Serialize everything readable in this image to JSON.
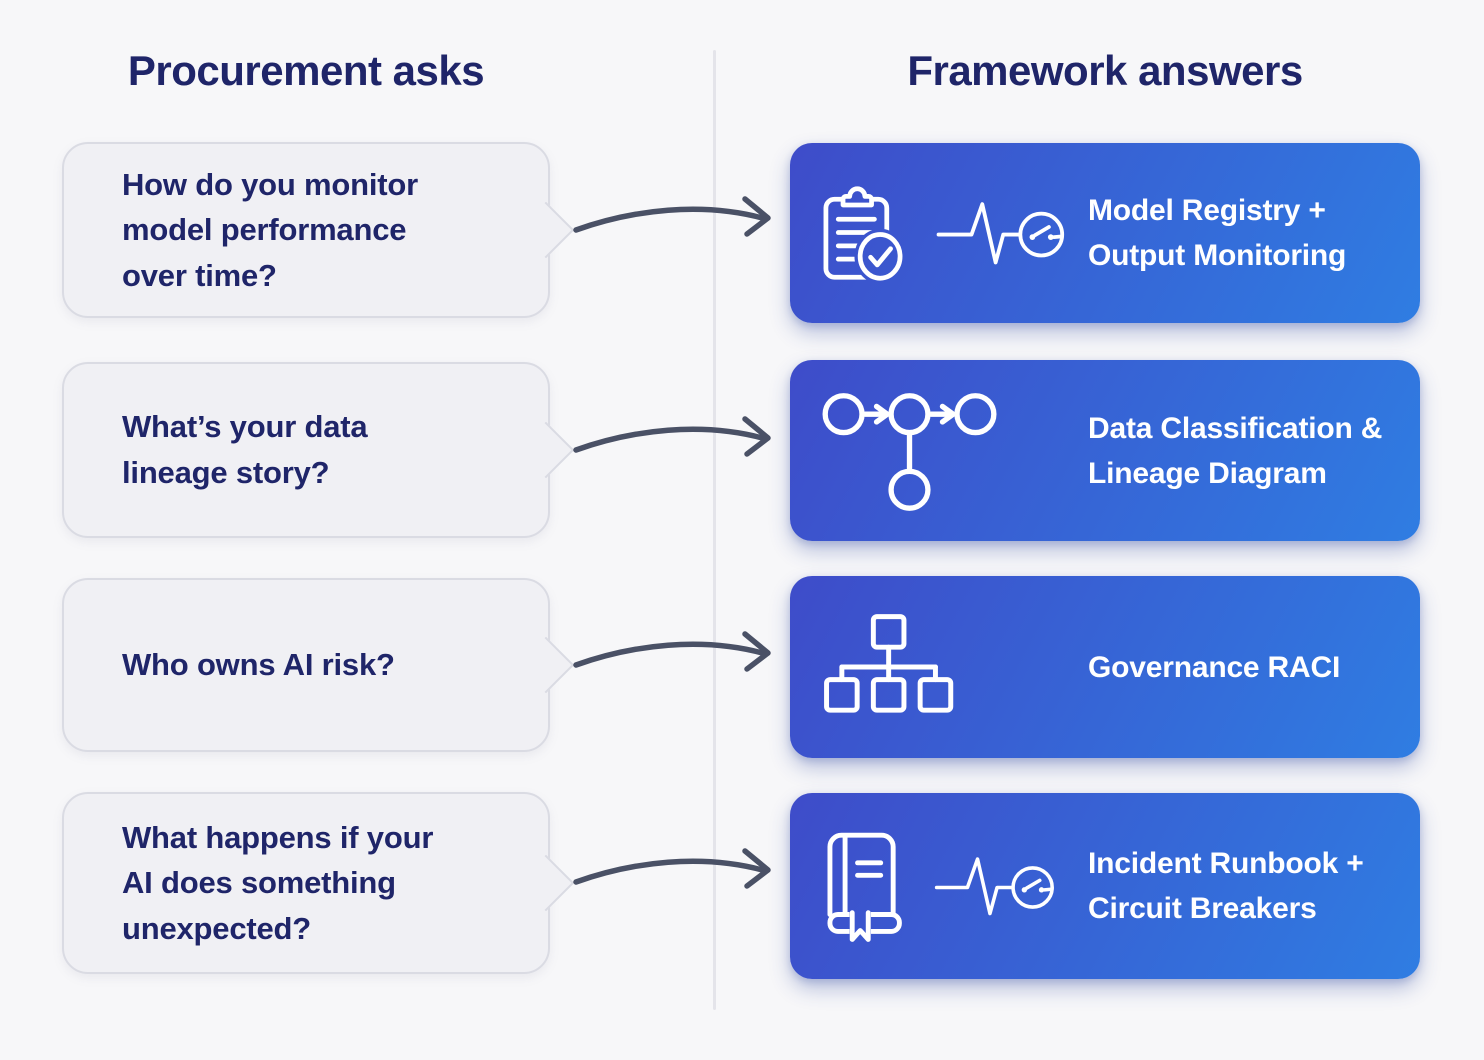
{
  "page": {
    "left_header": "Procurement asks",
    "right_header": "Framework answers"
  },
  "rows": [
    {
      "question": "How do you monitor\nmodel performance\nover time?",
      "answer": "Model Registry +\nOutput Monitoring",
      "icons": [
        "clipboard-check-icon",
        "pulse-breaker-icon"
      ]
    },
    {
      "question": "What’s your data\nlineage story?",
      "answer": "Data Classification &\nLineage Diagram",
      "icons": [
        "lineage-diagram-icon"
      ]
    },
    {
      "question": "Who owns AI risk?",
      "answer": "Governance RACI",
      "icons": [
        "org-chart-icon"
      ]
    },
    {
      "question": "What happens if your\nAI does something\nunexpected?",
      "answer": "Incident Runbook +\nCircuit Breakers",
      "icons": [
        "runbook-icon",
        "pulse-breaker-icon"
      ]
    }
  ],
  "colors": {
    "background": "#f7f7f9",
    "heading_text": "#1f2569",
    "question_text": "#1f2569",
    "bubble_fill": "#f0f0f4",
    "bubble_border": "#dadbe3",
    "card_gradient_start": "#3e4cc9",
    "card_gradient_end": "#2f7de2",
    "card_text": "#ffffff",
    "arrow": "#4a5166",
    "divider": "#e4e4ea"
  }
}
